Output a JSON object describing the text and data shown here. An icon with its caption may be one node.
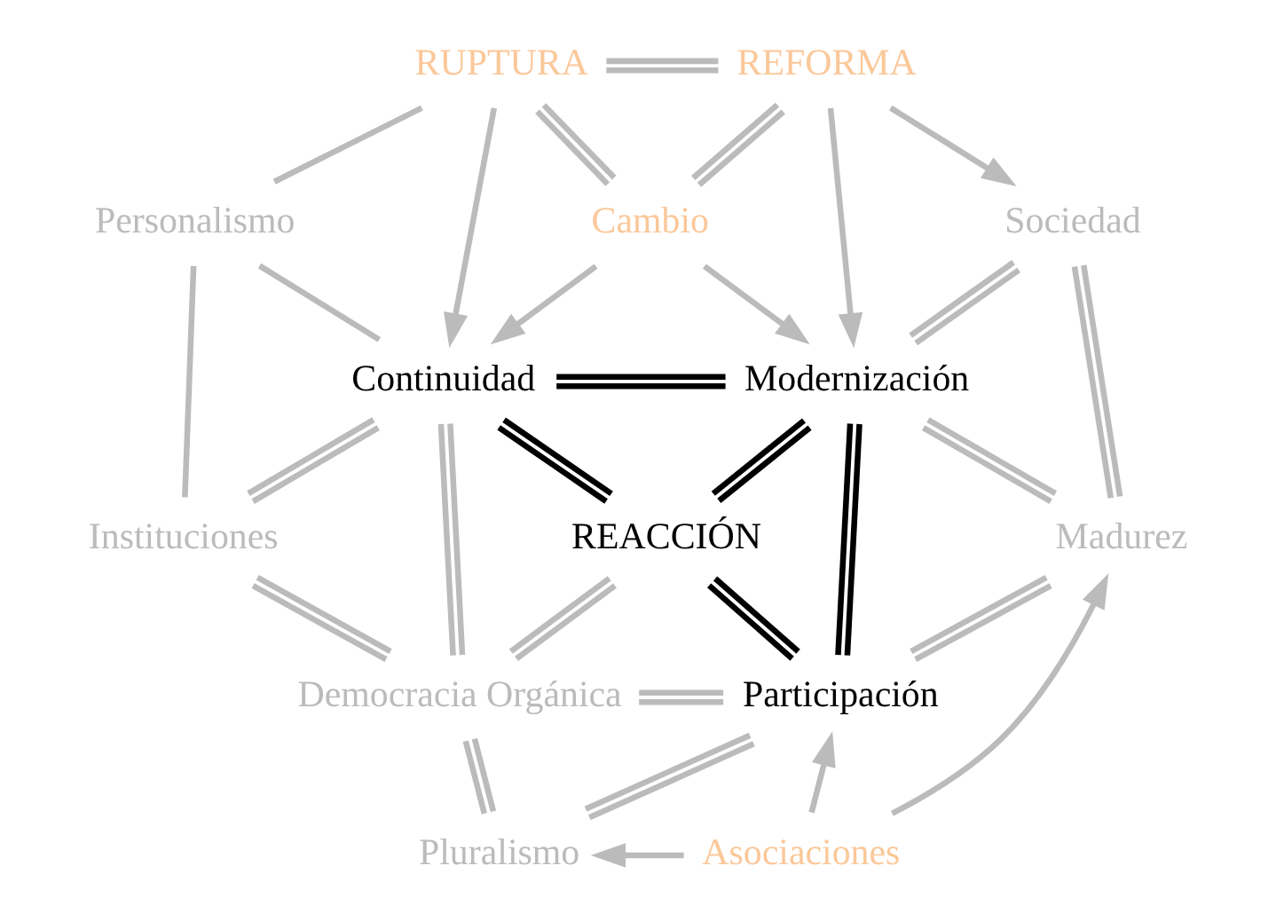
{
  "diagram": {
    "nodes": [
      {
        "text": [
          "RUPTURA"
        ]
      },
      {
        "text": [
          "REFORMA"
        ]
      },
      {
        "text": [
          "Personalismo"
        ]
      },
      {
        "text": [
          "Cambio"
        ]
      },
      {
        "text": [
          "Sociedad"
        ]
      },
      {
        "text": [
          "Continuidad"
        ]
      },
      {
        "text": [
          "Modernización"
        ]
      },
      {
        "text": [
          "Instituciones"
        ]
      },
      {
        "text": [
          "REACCIÓN"
        ]
      },
      {
        "text": [
          "Madurez"
        ]
      },
      {
        "text": [
          "Democracia Orgánica"
        ]
      },
      {
        "text": [
          "Participación"
        ]
      },
      {
        "text": [
          "Pluralismo"
        ]
      },
      {
        "text": [
          "Asociaciones"
        ]
      }
    ],
    "edges": [
      {
        "from": 0,
        "to": 1,
        "arrow": "none"
      },
      {
        "from": 0,
        "to": 2,
        "arrow": "none"
      },
      {
        "from": 0,
        "to": 3,
        "arrow": "none"
      },
      {
        "from": 0,
        "to": 5,
        "arrow": "to"
      },
      {
        "from": 1,
        "to": 3,
        "arrow": "none"
      },
      {
        "from": 1,
        "to": 6,
        "arrow": "to"
      },
      {
        "from": 1,
        "to": 4,
        "arrow": "to"
      },
      {
        "from": 2,
        "to": 5,
        "arrow": "none"
      },
      {
        "from": 3,
        "to": 5,
        "arrow": "to"
      },
      {
        "from": 3,
        "to": 6,
        "arrow": "to"
      },
      {
        "from": 4,
        "to": 6,
        "arrow": "none"
      },
      {
        "from": 4,
        "to": 9,
        "arrow": "none"
      },
      {
        "from": 2,
        "to": 7,
        "arrow": "none"
      },
      {
        "from": 5,
        "to": 6,
        "arrow": "none",
        "color": "#000000"
      },
      {
        "from": 5,
        "to": 7,
        "arrow": "none"
      },
      {
        "from": 5,
        "to": 10,
        "arrow": "none"
      },
      {
        "from": 5,
        "to": 8,
        "arrow": "none",
        "color": "#000000"
      },
      {
        "from": 6,
        "to": 8,
        "arrow": "none",
        "color": "#000000"
      },
      {
        "from": 6,
        "to": 11,
        "arrow": "none",
        "color": "#000000"
      },
      {
        "from": 6,
        "to": 9,
        "arrow": "none"
      },
      {
        "from": 7,
        "to": 10,
        "arrow": "none"
      },
      {
        "from": 8,
        "to": 10,
        "arrow": "none"
      },
      {
        "from": 8,
        "to": 11,
        "arrow": "none",
        "color": "#000000"
      },
      {
        "from": 9,
        "to": 11,
        "arrow": "none"
      },
      {
        "from": 10,
        "to": 11,
        "arrow": "none"
      },
      {
        "from": 10,
        "to": 12,
        "arrow": "none"
      },
      {
        "from": 11,
        "to": 12,
        "arrow": "none"
      },
      {
        "from": 13,
        "to": 9,
        "arrow": "to"
      },
      {
        "from": 13,
        "to": 11,
        "arrow": "to"
      },
      {
        "from": 13,
        "to": 12,
        "arrow": "to"
      }
    ]
  }
}
